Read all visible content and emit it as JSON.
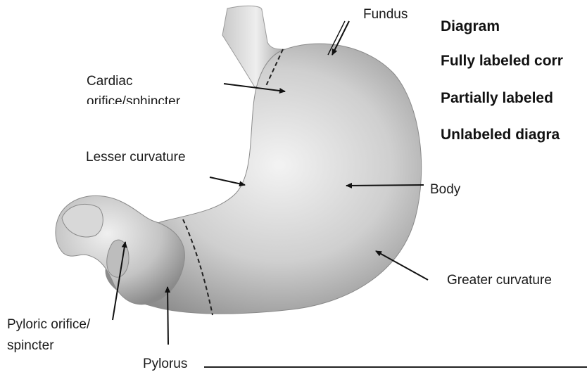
{
  "labels": {
    "fundus": "Fundus",
    "cardiac_line1": "Cardiac",
    "cardiac_line2": "orifice/sphincter",
    "lesser_curvature": "Lesser curvature",
    "body": "Body",
    "greater_curvature": "Greater curvature",
    "pyloric_line1": "Pyloric orifice/",
    "pyloric_line2": "spincter",
    "pylorus": "Pylorus"
  },
  "menu": {
    "diagram": "Diagram",
    "fully_labeled": "Fully labeled corr",
    "partially_labeled": "Partially labeled",
    "unlabeled": "Unlabeled diagra"
  },
  "colors": {
    "ink": "#1a1a1a",
    "stomach_light": "#eeeeee",
    "stomach_mid": "#b8b8b8",
    "stomach_dark": "#7a7a7a"
  }
}
